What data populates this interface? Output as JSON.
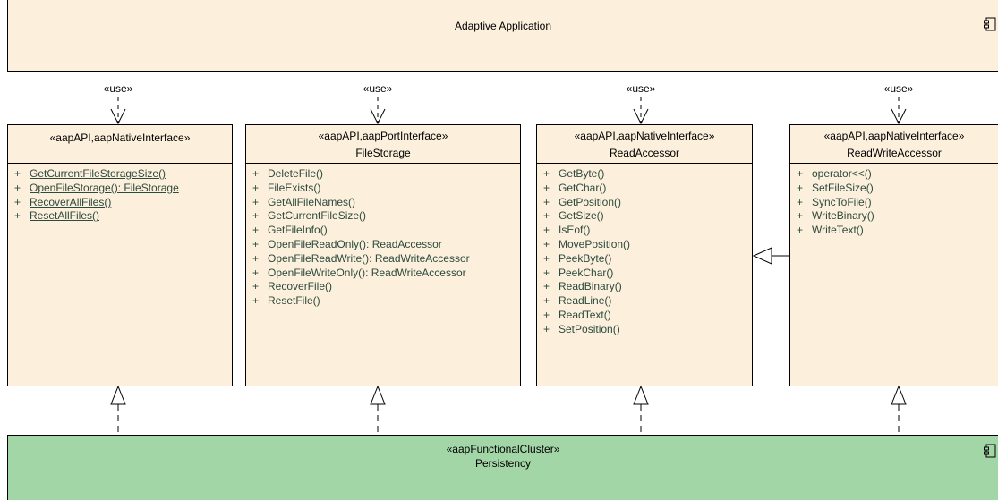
{
  "adaptive_application": {
    "title": "Adaptive Application",
    "icon": "component-icon"
  },
  "persistency": {
    "stereotype": "«aapFunctionalCluster»",
    "title": "Persistency",
    "icon": "component-icon"
  },
  "use_label": "«use»",
  "classes": [
    {
      "stereotype": "«aapAPI,aapNativeInterface»",
      "name": "",
      "operations": [
        {
          "vis": "+",
          "name": "GetCurrentFileStorageSize()"
        },
        {
          "vis": "+",
          "name": "OpenFileStorage(): FileStorage"
        },
        {
          "vis": "+",
          "name": "RecoverAllFiles()"
        },
        {
          "vis": "+",
          "name": "ResetAllFiles()"
        }
      ]
    },
    {
      "stereotype": "«aapAPI,aapPortInterface»",
      "name": "FileStorage",
      "operations": [
        {
          "vis": "+",
          "name": "DeleteFile()"
        },
        {
          "vis": "+",
          "name": "FileExists()"
        },
        {
          "vis": "+",
          "name": "GetAllFileNames()"
        },
        {
          "vis": "+",
          "name": "GetCurrentFileSize()"
        },
        {
          "vis": "+",
          "name": "GetFileInfo()"
        },
        {
          "vis": "+",
          "name": "OpenFileReadOnly(): ReadAccessor"
        },
        {
          "vis": "+",
          "name": "OpenFileReadWrite(): ReadWriteAccessor"
        },
        {
          "vis": "+",
          "name": "OpenFileWriteOnly(): ReadWriteAccessor"
        },
        {
          "vis": "+",
          "name": "RecoverFile()"
        },
        {
          "vis": "+",
          "name": "ResetFile()"
        }
      ]
    },
    {
      "stereotype": "«aapAPI,aapNativeInterface»",
      "name": "ReadAccessor",
      "operations": [
        {
          "vis": "+",
          "name": "GetByte()"
        },
        {
          "vis": "+",
          "name": "GetChar()"
        },
        {
          "vis": "+",
          "name": "GetPosition()"
        },
        {
          "vis": "+",
          "name": "GetSize()"
        },
        {
          "vis": "+",
          "name": "IsEof()"
        },
        {
          "vis": "+",
          "name": "MovePosition()"
        },
        {
          "vis": "+",
          "name": "PeekByte()"
        },
        {
          "vis": "+",
          "name": "PeekChar()"
        },
        {
          "vis": "+",
          "name": "ReadBinary()"
        },
        {
          "vis": "+",
          "name": "ReadLine()"
        },
        {
          "vis": "+",
          "name": "ReadText()"
        },
        {
          "vis": "+",
          "name": "SetPosition()"
        }
      ]
    },
    {
      "stereotype": "«aapAPI,aapNativeInterface»",
      "name": "ReadWriteAccessor",
      "operations": [
        {
          "vis": "+",
          "name": "operator<<()"
        },
        {
          "vis": "+",
          "name": "SetFileSize()"
        },
        {
          "vis": "+",
          "name": "SyncToFile()"
        },
        {
          "vis": "+",
          "name": "WriteBinary()"
        },
        {
          "vis": "+",
          "name": "WriteText()"
        }
      ]
    }
  ]
}
